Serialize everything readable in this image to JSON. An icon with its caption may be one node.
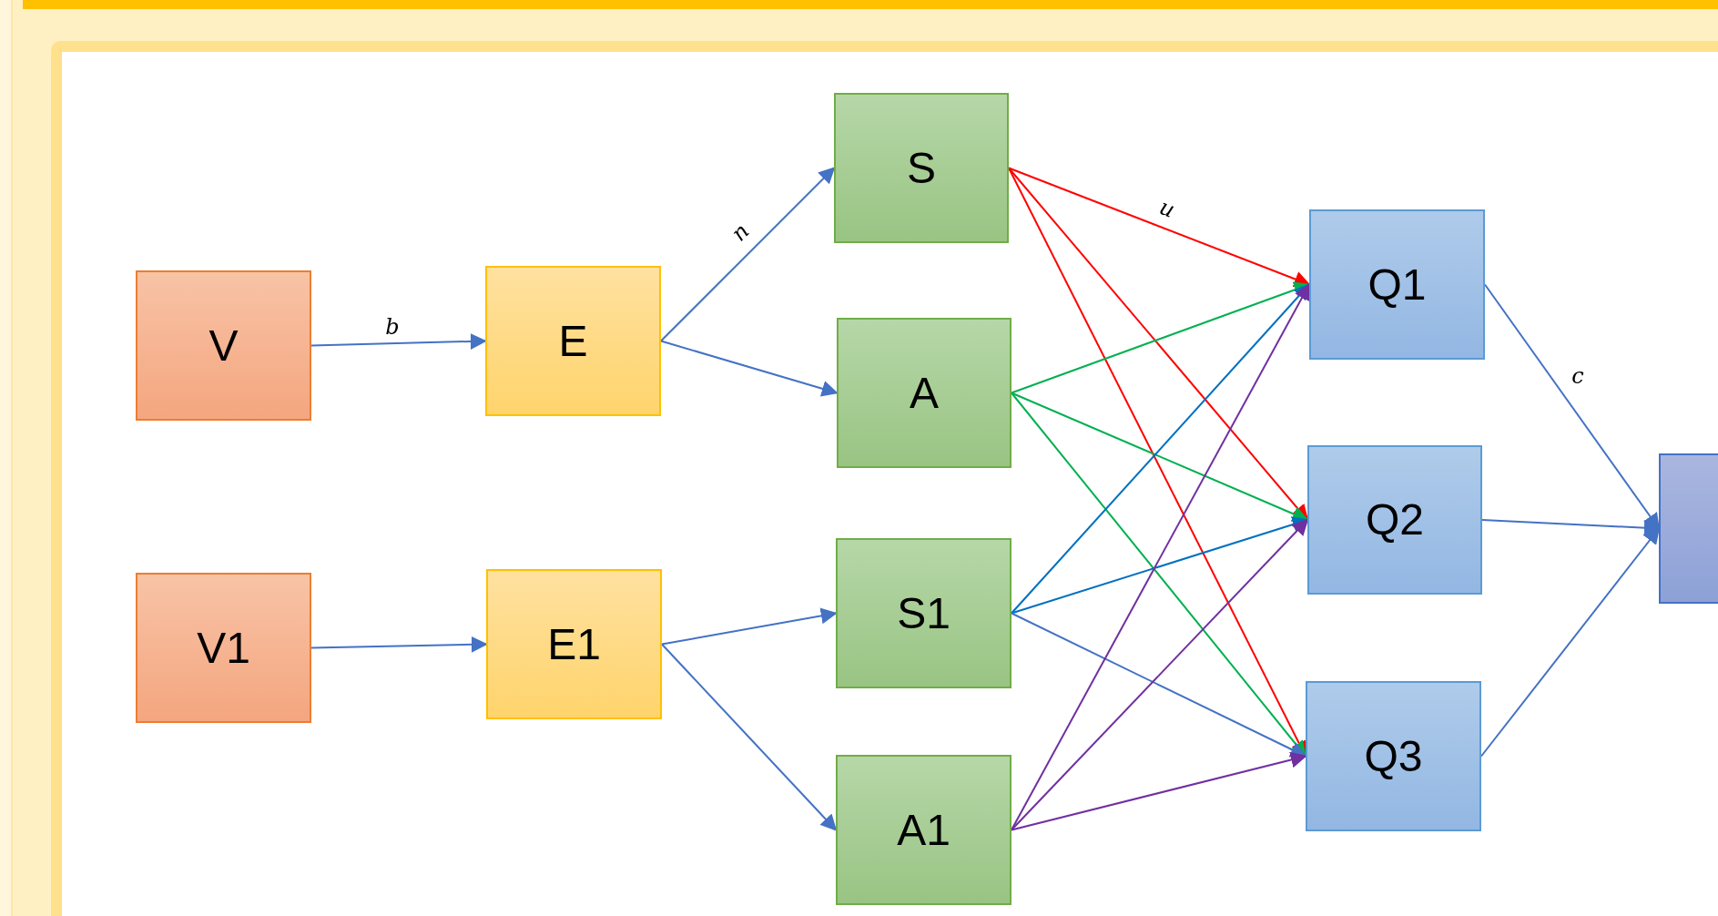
{
  "diagram": {
    "nodes": [
      {
        "text": [
          "V"
        ]
      },
      {
        "text": [
          "E"
        ]
      },
      {
        "text": [
          "V1"
        ]
      },
      {
        "text": [
          "E1"
        ]
      },
      {
        "text": [
          "S"
        ]
      },
      {
        "text": [
          "A"
        ]
      },
      {
        "text": [
          "S1"
        ]
      },
      {
        "text": [
          "A1"
        ]
      },
      {
        "text": [
          "Q1"
        ]
      },
      {
        "text": [
          "Q2"
        ]
      },
      {
        "text": [
          "Q3"
        ]
      },
      {
        "text": [],
        "shape": "box"
      }
    ],
    "edges": [
      {
        "from": 0,
        "to": 1,
        "arrow": "to",
        "label": "b"
      },
      {
        "from": 1,
        "to": 4,
        "arrow": "to",
        "label": "n"
      },
      {
        "from": 1,
        "to": 5,
        "arrow": "to"
      },
      {
        "from": 2,
        "to": 3,
        "arrow": "to"
      },
      {
        "from": 3,
        "to": 6,
        "arrow": "to"
      },
      {
        "from": 3,
        "to": 7,
        "arrow": "to"
      },
      {
        "from": 4,
        "to": 8,
        "arrow": "to",
        "label": "u",
        "color": "#ff0000"
      },
      {
        "from": 4,
        "to": 9,
        "arrow": "to",
        "color": "#ff0000"
      },
      {
        "from": 4,
        "to": 10,
        "arrow": "to",
        "color": "#ff0000"
      },
      {
        "from": 5,
        "to": 8,
        "arrow": "to",
        "color": "#00b050"
      },
      {
        "from": 5,
        "to": 9,
        "arrow": "to",
        "color": "#00b050"
      },
      {
        "from": 5,
        "to": 10,
        "arrow": "to",
        "color": "#00b050"
      },
      {
        "from": 6,
        "to": 8,
        "arrow": "to",
        "color": "#0070c0"
      },
      {
        "from": 6,
        "to": 9,
        "arrow": "to",
        "color": "#0070c0"
      },
      {
        "from": 6,
        "to": 10,
        "arrow": "to"
      },
      {
        "from": 7,
        "to": 8,
        "arrow": "to",
        "color": "#7030a0"
      },
      {
        "from": 7,
        "to": 9,
        "arrow": "to",
        "color": "#7030a0"
      },
      {
        "from": 7,
        "to": 10,
        "arrow": "to",
        "color": "#7030a0"
      },
      {
        "from": 8,
        "to": 11,
        "arrow": "to",
        "label": "c"
      },
      {
        "from": 9,
        "to": 11,
        "arrow": "to"
      },
      {
        "from": 10,
        "to": 11,
        "arrow": "to"
      }
    ]
  }
}
